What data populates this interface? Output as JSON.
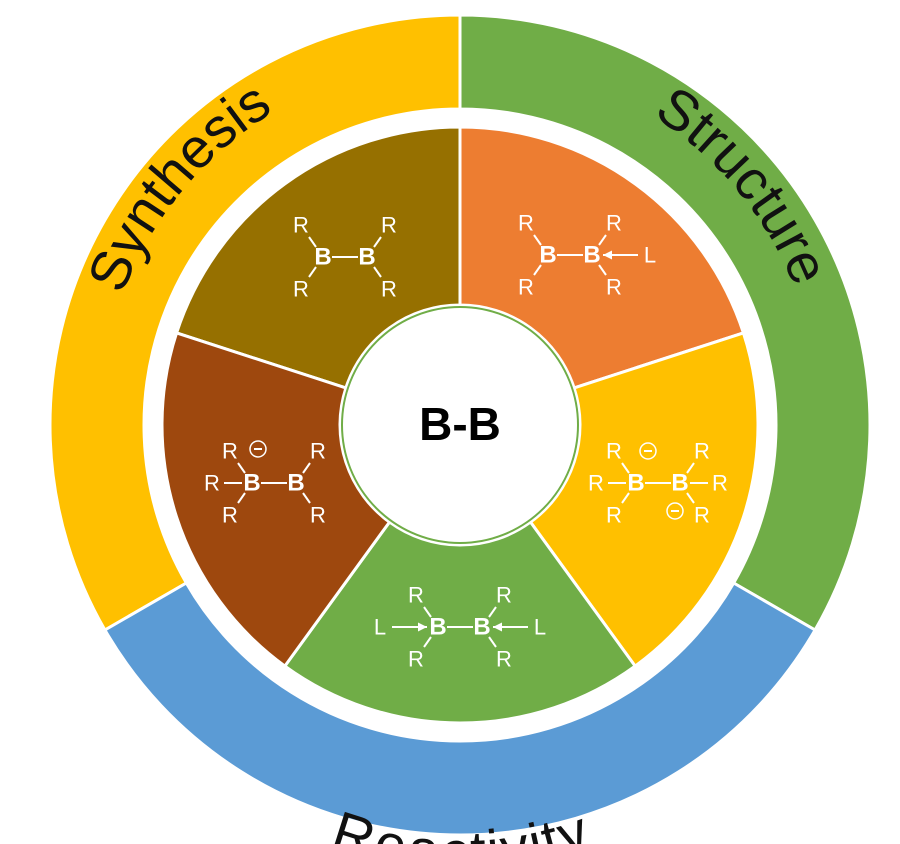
{
  "center": {
    "label": "B-B"
  },
  "outer_ring": [
    {
      "label": "Synthesis",
      "color": "#FFC000"
    },
    {
      "label": "Structure",
      "color": "#70AD47"
    },
    {
      "label": "Reactivity",
      "color": "#5B9BD5"
    }
  ],
  "inner_segments": [
    {
      "name": "neutral-diborane",
      "color": "#967000",
      "atoms": {
        "r": "R",
        "b": "B",
        "l": "L"
      }
    },
    {
      "name": "mono-adduct",
      "color": "#ED7D31",
      "atoms": {
        "r": "R",
        "b": "B",
        "l": "L"
      }
    },
    {
      "name": "dianion",
      "color": "#FFC000",
      "atoms": {
        "r": "R",
        "b": "B",
        "l": "L"
      }
    },
    {
      "name": "bis-adduct",
      "color": "#70AD47",
      "atoms": {
        "r": "R",
        "b": "B",
        "l": "L"
      }
    },
    {
      "name": "monoanion",
      "color": "#9E480E",
      "atoms": {
        "r": "R",
        "b": "B",
        "l": "L"
      }
    }
  ]
}
